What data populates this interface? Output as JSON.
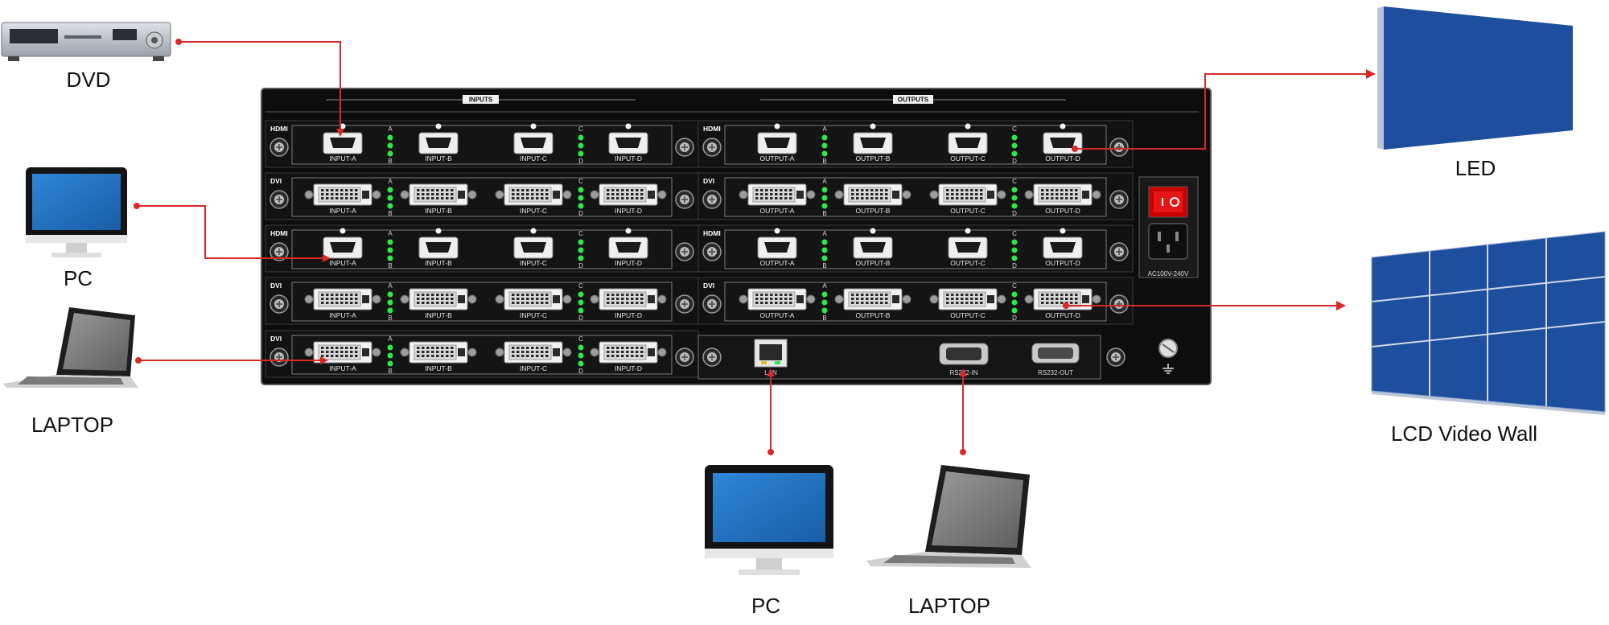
{
  "devices": {
    "dvd": "DVD",
    "pc_left": "PC",
    "laptop_left": "LAPTOP",
    "led": "LED",
    "lcd_wall": "LCD Video Wall",
    "pc_bottom": "PC",
    "laptop_bottom": "LAPTOP"
  },
  "matrix": {
    "inputs_header": "INPUTS",
    "outputs_header": "OUTPUTS",
    "power_label": "AC100V-240V",
    "lan_label": "LAN",
    "rs232_in_label": "RS232-IN",
    "rs232_out_label": "RS232-OUT",
    "led_labels": [
      "A",
      "B",
      "C",
      "D"
    ],
    "input_rows": [
      {
        "type": "HDMI",
        "ports": [
          "INPUT-A",
          "INPUT-B",
          "INPUT-C",
          "INPUT-D"
        ]
      },
      {
        "type": "DVI",
        "ports": [
          "INPUT-A",
          "INPUT-B",
          "INPUT-C",
          "INPUT-D"
        ]
      },
      {
        "type": "HDMI",
        "ports": [
          "INPUT-A",
          "INPUT-B",
          "INPUT-C",
          "INPUT-D"
        ]
      },
      {
        "type": "DVI",
        "ports": [
          "INPUT-A",
          "INPUT-B",
          "INPUT-C",
          "INPUT-D"
        ]
      },
      {
        "type": "DVI",
        "ports": [
          "INPUT-A",
          "INPUT-B",
          "INPUT-C",
          "INPUT-D"
        ]
      }
    ],
    "output_rows": [
      {
        "type": "HDMI",
        "ports": [
          "OUTPUT-A",
          "OUTPUT-B",
          "OUTPUT-C",
          "OUTPUT-D"
        ]
      },
      {
        "type": "DVI",
        "ports": [
          "OUTPUT-A",
          "OUTPUT-B",
          "OUTPUT-C",
          "OUTPUT-D"
        ]
      },
      {
        "type": "HDMI",
        "ports": [
          "OUTPUT-A",
          "OUTPUT-B",
          "OUTPUT-C",
          "OUTPUT-D"
        ]
      },
      {
        "type": "DVI",
        "ports": [
          "OUTPUT-A",
          "OUTPUT-B",
          "OUTPUT-C",
          "OUTPUT-D"
        ]
      }
    ]
  },
  "colors": {
    "chassis": "#0d0d0d",
    "connection": "#d62a2a",
    "led_green": "#2ee84a",
    "screen_blue": "#1f6fc0",
    "wall_blue": "#1e4f9e"
  }
}
